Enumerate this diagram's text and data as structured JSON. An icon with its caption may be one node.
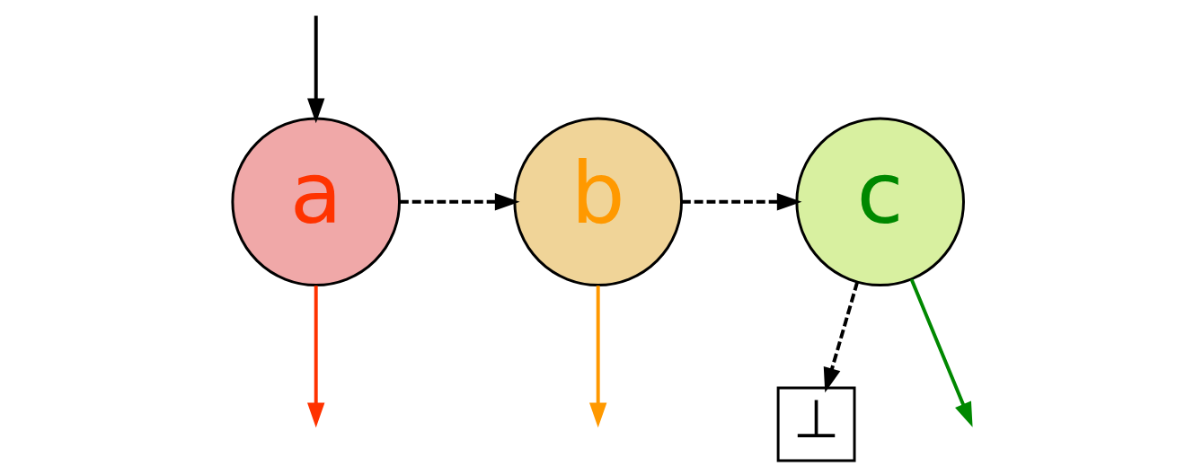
{
  "diagram": {
    "nodes": [
      {
        "text": [
          "a"
        ]
      },
      {
        "text": [
          "b"
        ]
      },
      {
        "text": [
          "c"
        ]
      },
      {
        "text": [
          "⊥"
        ]
      }
    ],
    "edges": [
      {
        "from": 0,
        "to": null,
        "arrow": "to",
        "color": "#ff3300"
      },
      {
        "from": 0,
        "to": 1,
        "arrow": "to",
        "style": "dashed"
      },
      {
        "from": 1,
        "to": 2,
        "arrow": "to",
        "style": "dashed"
      },
      {
        "from": 2,
        "to": 3,
        "arrow": "to",
        "style": "dashed"
      },
      {
        "from": null,
        "to": 0,
        "arrow": "to"
      },
      {
        "from": 1,
        "to": null,
        "arrow": "to",
        "color": "#ff9900"
      },
      {
        "from": 2,
        "to": null,
        "arrow": "to",
        "color": "#008800"
      }
    ]
  }
}
